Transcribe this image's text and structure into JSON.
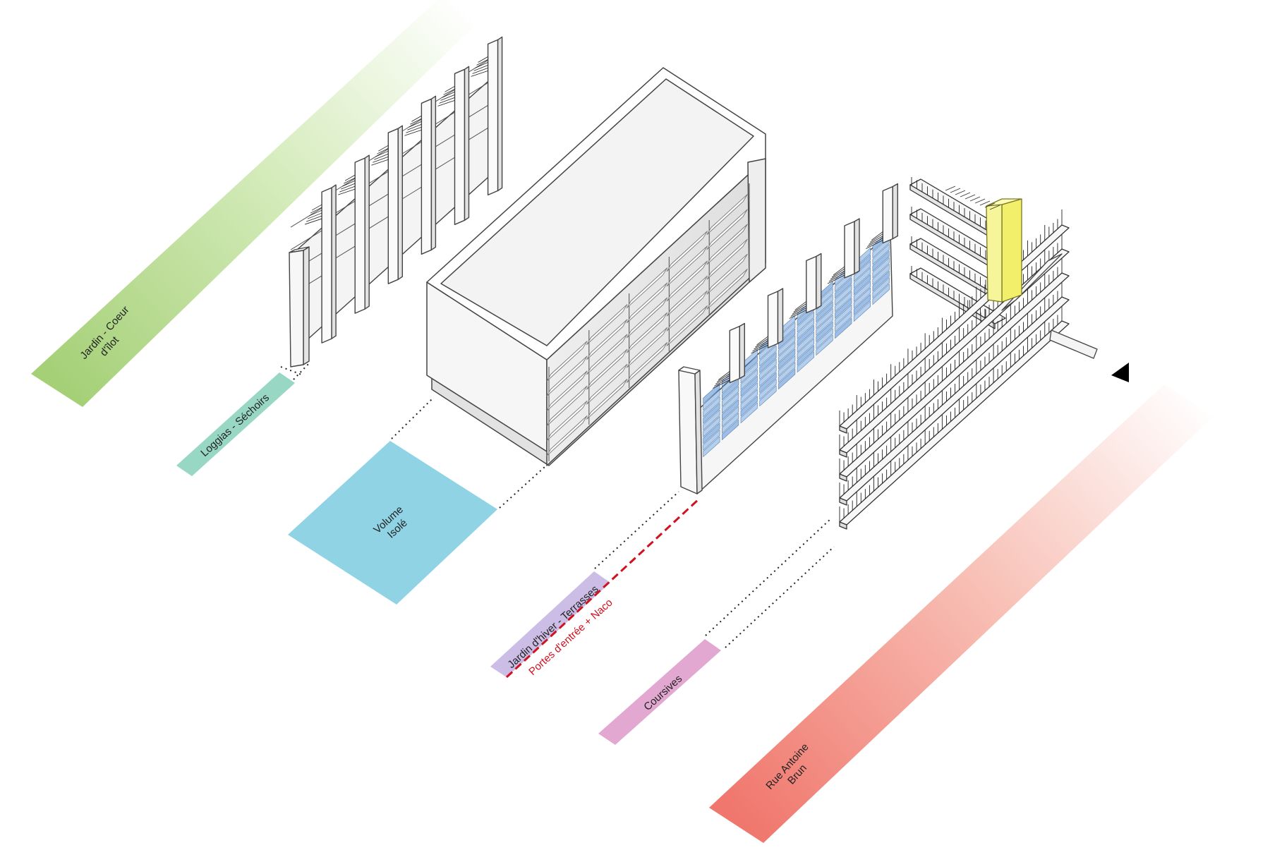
{
  "labels": {
    "jardin_line1": "Jardin - Coeur",
    "jardin_line2": "d'îlot",
    "loggias": "Loggias - Séchoirs",
    "volume_line1": "Volume",
    "volume_line2": "Isolé",
    "jardin_hiver": "Jardin d'hiver - Terrasses",
    "portes": "Portes d'entrée + Naco",
    "coursives": "Coursives",
    "rue_line1": "Rue Antoine",
    "rue_line2": "Brun"
  },
  "colors": {
    "garden_band": "#a9d27a",
    "loggias": "#97d7c4",
    "volume": "#8fd3e5",
    "jardin_hiver": "#cbbde6",
    "portes_line": "#d0111f",
    "coursives": "#e3a8d2",
    "street_band": "#f07c72",
    "stair_core": "#f2ef6a",
    "glazing": "#a9c9ef",
    "north_arrow": "#000000"
  },
  "icons": {
    "direction": "north-arrow-icon"
  }
}
